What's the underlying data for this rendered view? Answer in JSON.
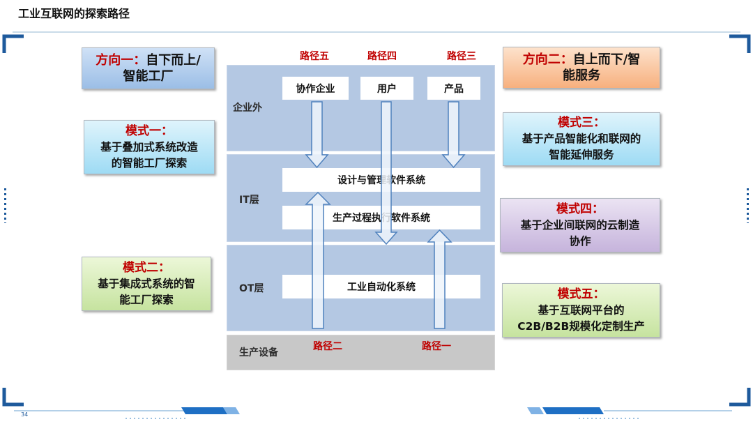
{
  "page_title": "工业互联网的探索路径",
  "page_number": "34",
  "layers": {
    "outside": "企业外",
    "it": "IT层",
    "ot": "OT层",
    "equipment": "生产设备"
  },
  "actors": {
    "partners": "协作企业",
    "users": "用户",
    "products": "产品"
  },
  "systems": {
    "design": "设计与管理软件系统",
    "mes": "生产过程执行软件系统",
    "automation": "工业自动化系统"
  },
  "paths": {
    "p5": "路径五",
    "p4": "路径四",
    "p3": "路径三",
    "p2": "路径二",
    "p1": "路径一"
  },
  "left_cards": {
    "dir1": {
      "head": "方向一：",
      "body1": "自下而上/",
      "body2": "智能工厂"
    },
    "mode1": {
      "head": "模式一：",
      "body1": "基于叠加式系统改造",
      "body2": "的智能工厂探索"
    },
    "mode2": {
      "head": "模式二：",
      "body1": "基于集成式系统的智",
      "body2": "能工厂探索"
    }
  },
  "right_cards": {
    "dir2": {
      "head": "方向二：",
      "body1": "自上而下/智",
      "body2": "能服务"
    },
    "mode3": {
      "head": "模式三：",
      "body1": "基于产品智能化和联网的",
      "body2": "智能延伸服务"
    },
    "mode4": {
      "head": "模式四：",
      "body1": "基于企业间联网的云制造",
      "body2": "协作"
    },
    "mode5": {
      "head": "模式五：",
      "body1": "基于互联网平台的",
      "body2": "C2B/B2B规模化定制生产"
    }
  },
  "colors": {
    "accent_red": "#c00000",
    "layer_blue": "#b4c8e3",
    "layer_gray": "#c8c8c8",
    "frame_blue": "#1e5a9c"
  }
}
